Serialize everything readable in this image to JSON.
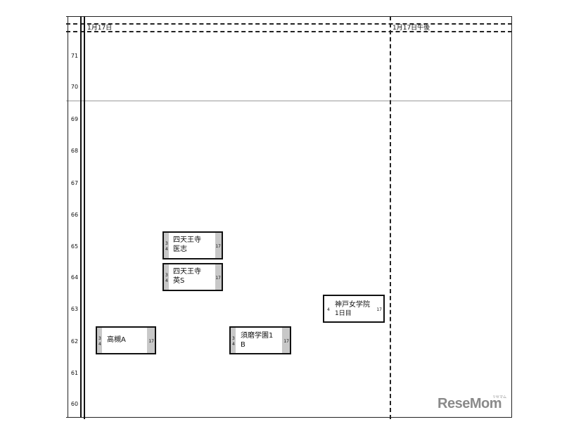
{
  "columns": [
    {
      "id": "am",
      "label": "1月17日"
    },
    {
      "id": "pm",
      "label": "1月17日午後"
    }
  ],
  "y_axis": [
    "71",
    "70",
    "69",
    "68",
    "67",
    "66",
    "65",
    "64",
    "63",
    "62",
    "61",
    "60"
  ],
  "cards": [
    {
      "id": "shitennoji-ishi",
      "small_top": "3",
      "small_bottom": "4",
      "line1": "四天王寺",
      "line2": "医志",
      "count": "17"
    },
    {
      "id": "shitennoji-ei",
      "small_top": "3",
      "small_bottom": "4",
      "line1": "四天王寺",
      "line2": "英S",
      "count": "17"
    },
    {
      "id": "kobe-jogakuin",
      "small_top": "",
      "small_bottom": "4",
      "line1": "神戸女学院",
      "line2": "1日目",
      "count": "17"
    },
    {
      "id": "takatsuki",
      "small_top": "3",
      "small_bottom": "4",
      "line1": "高槻A",
      "line2": "",
      "count": "17"
    },
    {
      "id": "sumagakuen",
      "small_top": "3",
      "small_bottom": "4",
      "line1": "須磨学園1",
      "line2": "B",
      "count": "17"
    }
  ],
  "watermark": {
    "text": "ReseMom",
    "sub": "リセマム"
  }
}
